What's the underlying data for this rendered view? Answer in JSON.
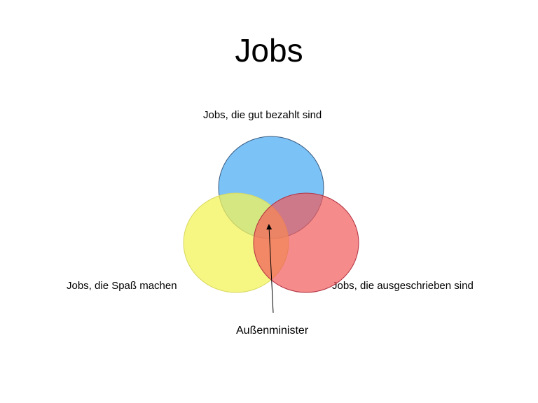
{
  "title": "Jobs",
  "venn": {
    "sets": [
      {
        "label": "Jobs, die gut bezahlt sind",
        "color": "#5ab4f5"
      },
      {
        "label": "Jobs, die Spaß machen",
        "color": "#f3f35a"
      },
      {
        "label": "Jobs, die ausgeschrieben sind",
        "color": "#f25a5a"
      }
    ],
    "intersection_label": "Außenminister"
  }
}
